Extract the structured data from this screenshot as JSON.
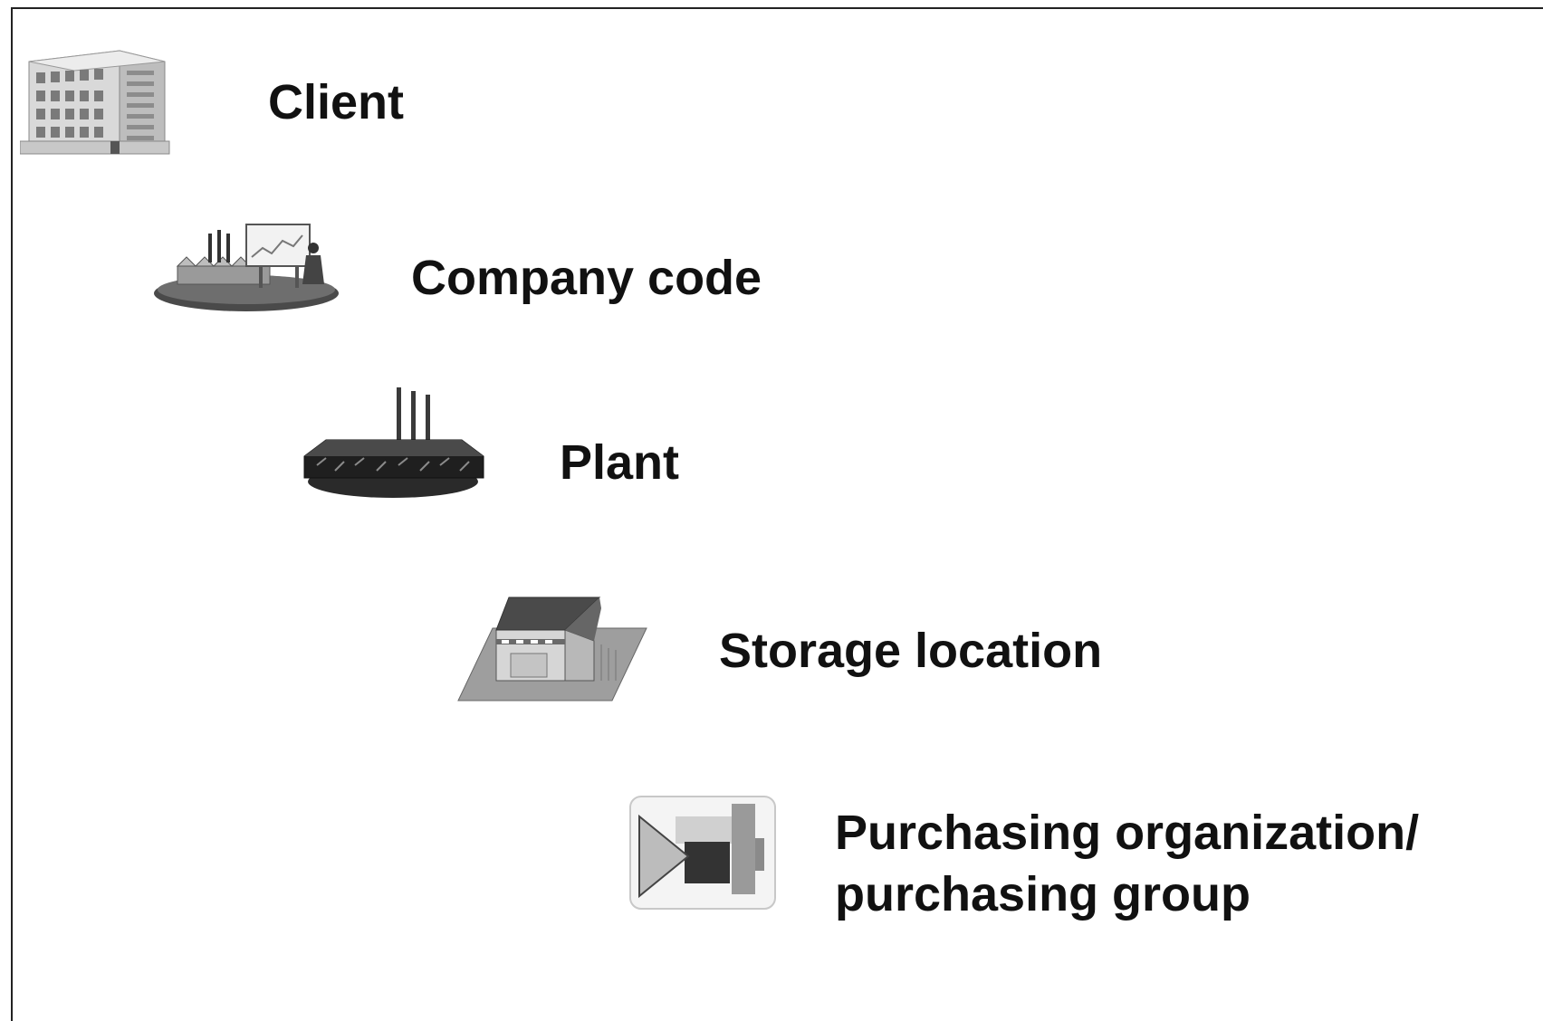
{
  "hierarchy": {
    "levels": [
      {
        "label": "Client",
        "icon": "office-building-icon"
      },
      {
        "label": "Company code",
        "icon": "company-presentation-icon"
      },
      {
        "label": "Plant",
        "icon": "factory-icon"
      },
      {
        "label": "Storage location",
        "icon": "warehouse-icon"
      },
      {
        "label_line1": "Purchasing organization/",
        "label_line2": "purchasing group",
        "icon": "purchasing-icon"
      }
    ]
  }
}
